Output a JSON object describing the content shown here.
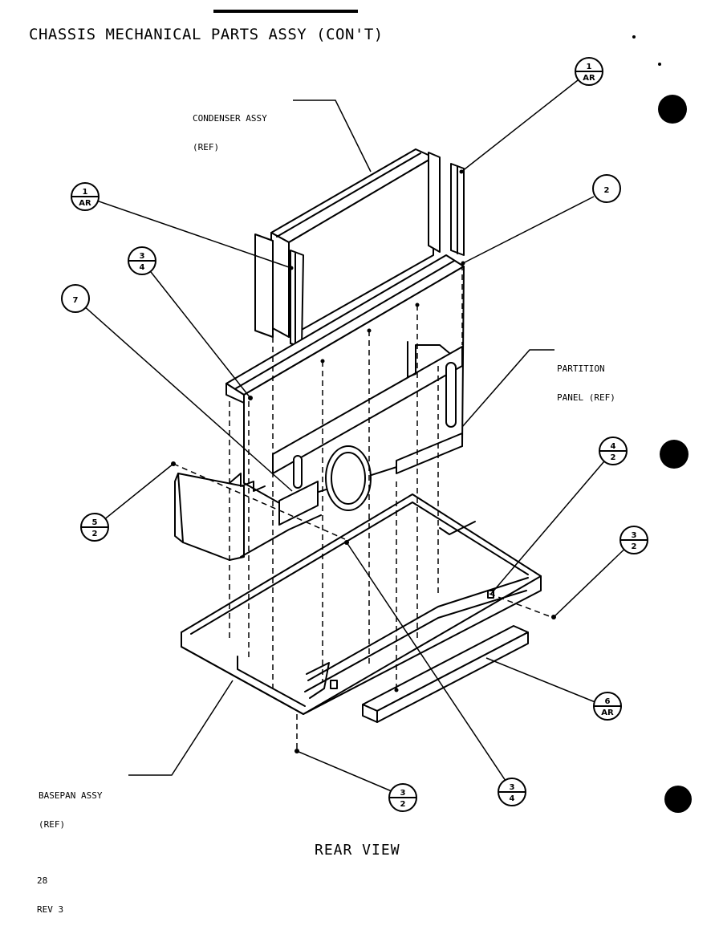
{
  "title": "CHASSIS MECHANICAL PARTS ASSY (CON'T)",
  "labels": {
    "condenser_line1": "CONDENSER ASSY",
    "condenser_line2": "(REF)",
    "partition_line1": "PARTITION",
    "partition_line2": "PANEL (REF)",
    "basepan_line1": "BASEPAN ASSY",
    "basepan_line2": "(REF)"
  },
  "view_caption": "REAR VIEW",
  "page_ref": {
    "page": "28",
    "revision": "REV 3"
  },
  "callouts": [
    {
      "id": "callout-1-ar-top",
      "top": "1",
      "bottom": "AR"
    },
    {
      "id": "callout-2",
      "top": "2",
      "bottom": ""
    },
    {
      "id": "callout-1-ar-left",
      "top": "1",
      "bottom": "AR"
    },
    {
      "id": "callout-3-4-upper",
      "top": "3",
      "bottom": "4"
    },
    {
      "id": "callout-7",
      "top": "7",
      "bottom": ""
    },
    {
      "id": "callout-4-2",
      "top": "4",
      "bottom": "2"
    },
    {
      "id": "callout-5-2",
      "top": "5",
      "bottom": "2"
    },
    {
      "id": "callout-3-2-right",
      "top": "3",
      "bottom": "2"
    },
    {
      "id": "callout-6-ar",
      "top": "6",
      "bottom": "AR"
    },
    {
      "id": "callout-3-2-bottom",
      "top": "3",
      "bottom": "2"
    },
    {
      "id": "callout-3-4-lower",
      "top": "3",
      "bottom": "4"
    }
  ]
}
